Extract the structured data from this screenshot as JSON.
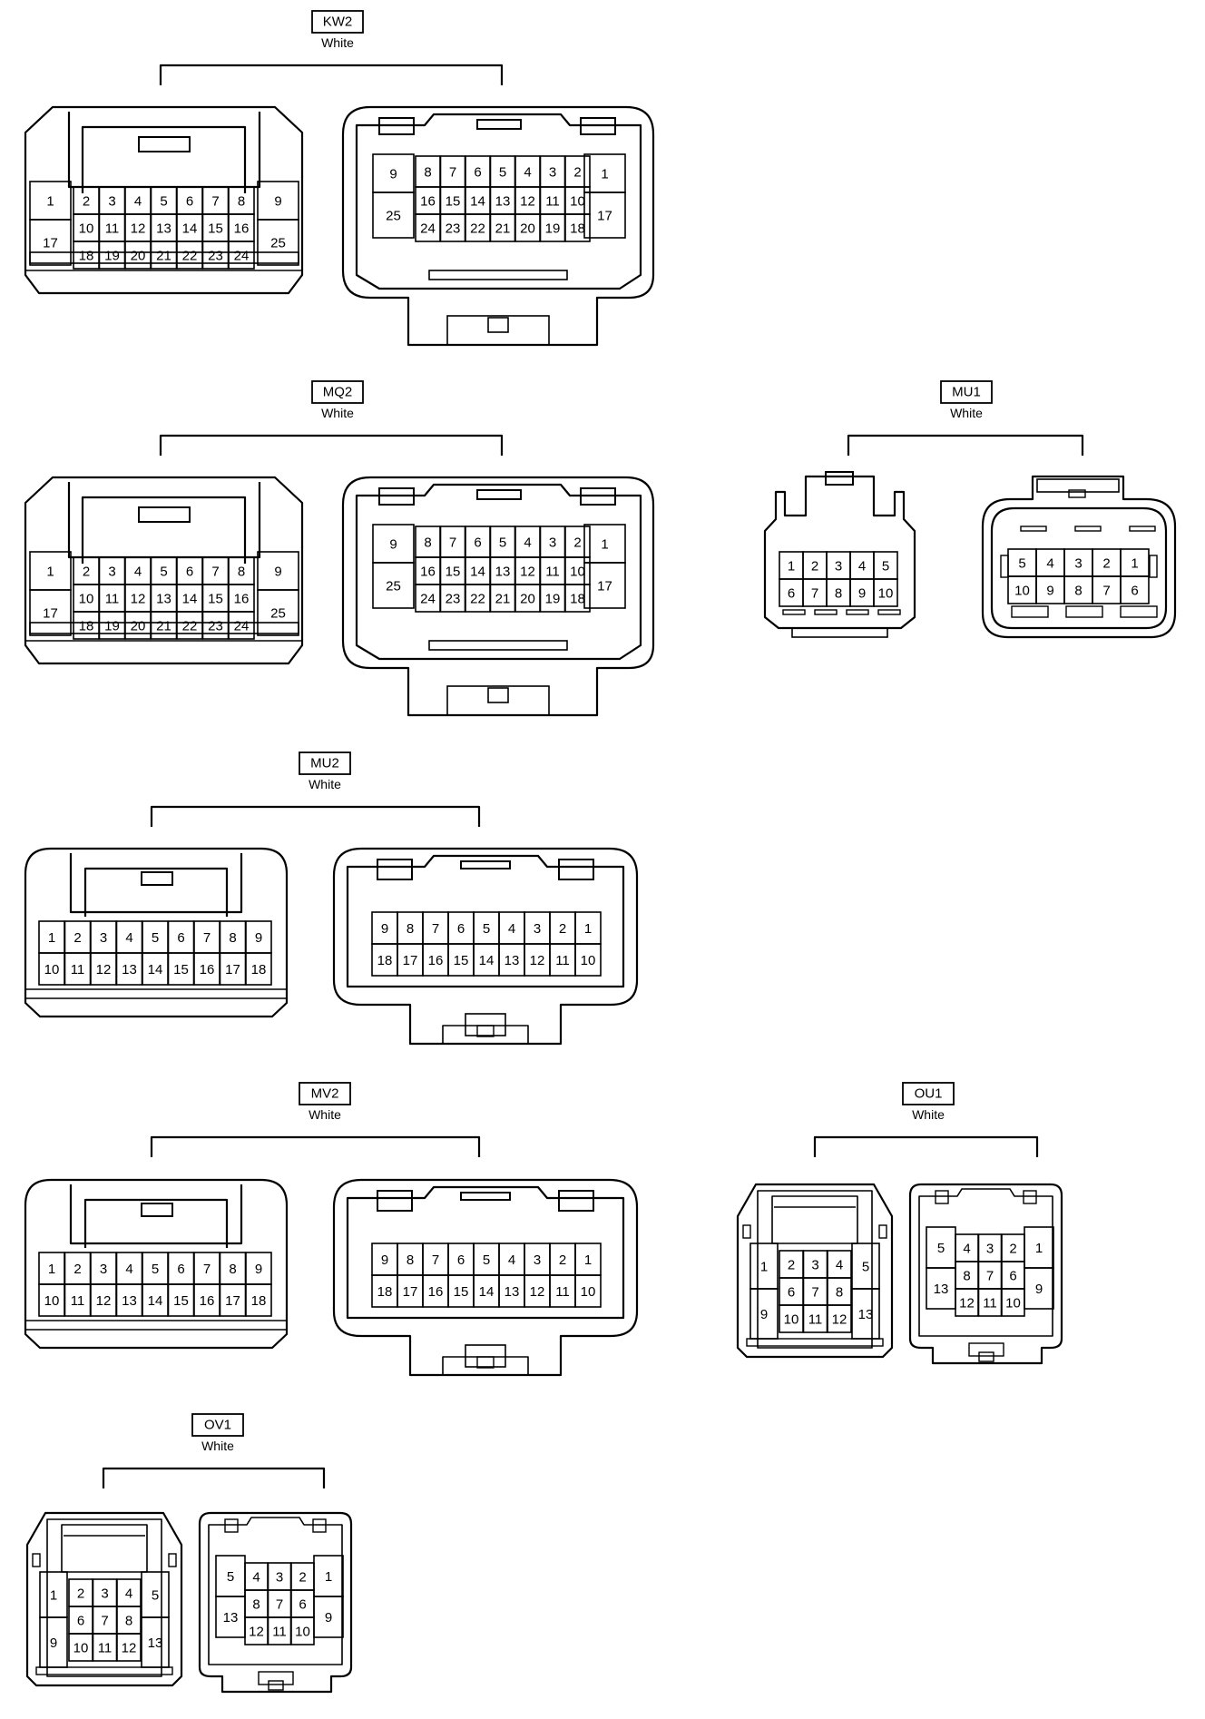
{
  "connectors": [
    {
      "id": "KW2",
      "color": "White",
      "layout": "large25",
      "male_rows": [
        [
          "1",
          "2",
          "3",
          "4",
          "5",
          "6",
          "7",
          "8",
          "9"
        ],
        [
          "17",
          "10",
          "11",
          "12",
          "13",
          "14",
          "15",
          "16",
          "25"
        ],
        [
          "18",
          "19",
          "20",
          "21",
          "22",
          "23",
          "24"
        ]
      ],
      "female_rows": [
        [
          "9",
          "8",
          "7",
          "6",
          "5",
          "4",
          "3",
          "2",
          "1"
        ],
        [
          "25",
          "16",
          "15",
          "14",
          "13",
          "12",
          "11",
          "10",
          "17"
        ],
        [
          "24",
          "23",
          "22",
          "21",
          "20",
          "19",
          "18"
        ]
      ]
    },
    {
      "id": "MQ2",
      "color": "White",
      "layout": "large25",
      "male_rows": [
        [
          "1",
          "2",
          "3",
          "4",
          "5",
          "6",
          "7",
          "8",
          "9"
        ],
        [
          "17",
          "10",
          "11",
          "12",
          "13",
          "14",
          "15",
          "16",
          "25"
        ],
        [
          "18",
          "19",
          "20",
          "21",
          "22",
          "23",
          "24"
        ]
      ],
      "female_rows": [
        [
          "9",
          "8",
          "7",
          "6",
          "5",
          "4",
          "3",
          "2",
          "1"
        ],
        [
          "25",
          "16",
          "15",
          "14",
          "13",
          "12",
          "11",
          "10",
          "17"
        ],
        [
          "24",
          "23",
          "22",
          "21",
          "20",
          "19",
          "18"
        ]
      ]
    },
    {
      "id": "MU1",
      "color": "White",
      "layout": "small10",
      "male_rows": [
        [
          "1",
          "2",
          "3",
          "4",
          "5"
        ],
        [
          "6",
          "7",
          "8",
          "9",
          "10"
        ]
      ],
      "female_rows": [
        [
          "5",
          "4",
          "3",
          "2",
          "1"
        ],
        [
          "10",
          "9",
          "8",
          "7",
          "6"
        ]
      ]
    },
    {
      "id": "MU2",
      "color": "White",
      "layout": "medium18",
      "male_rows": [
        [
          "1",
          "2",
          "3",
          "4",
          "5",
          "6",
          "7",
          "8",
          "9"
        ],
        [
          "10",
          "11",
          "12",
          "13",
          "14",
          "15",
          "16",
          "17",
          "18"
        ]
      ],
      "female_rows": [
        [
          "9",
          "8",
          "7",
          "6",
          "5",
          "4",
          "3",
          "2",
          "1"
        ],
        [
          "18",
          "17",
          "16",
          "15",
          "14",
          "13",
          "12",
          "11",
          "10"
        ]
      ]
    },
    {
      "id": "MV2",
      "color": "White",
      "layout": "medium18",
      "male_rows": [
        [
          "1",
          "2",
          "3",
          "4",
          "5",
          "6",
          "7",
          "8",
          "9"
        ],
        [
          "10",
          "11",
          "12",
          "13",
          "14",
          "15",
          "16",
          "17",
          "18"
        ]
      ],
      "female_rows": [
        [
          "9",
          "8",
          "7",
          "6",
          "5",
          "4",
          "3",
          "2",
          "1"
        ],
        [
          "18",
          "17",
          "16",
          "15",
          "14",
          "13",
          "12",
          "11",
          "10"
        ]
      ]
    },
    {
      "id": "OU1",
      "color": "White",
      "layout": "square13",
      "male_rows": [
        [
          "1",
          "2",
          "3",
          "4",
          "5"
        ],
        [
          "9",
          "6",
          "7",
          "8",
          "13"
        ],
        [
          "10",
          "11",
          "12"
        ]
      ],
      "female_rows": [
        [
          "5",
          "4",
          "3",
          "2",
          "1"
        ],
        [
          "13",
          "8",
          "7",
          "6",
          "9"
        ],
        [
          "12",
          "11",
          "10"
        ]
      ]
    },
    {
      "id": "OV1",
      "color": "White",
      "layout": "square13",
      "male_rows": [
        [
          "1",
          "2",
          "3",
          "4",
          "5"
        ],
        [
          "9",
          "6",
          "7",
          "8",
          "13"
        ],
        [
          "10",
          "11",
          "12"
        ]
      ],
      "female_rows": [
        [
          "5",
          "4",
          "3",
          "2",
          "1"
        ],
        [
          "13",
          "8",
          "7",
          "6",
          "9"
        ],
        [
          "12",
          "11",
          "10"
        ]
      ]
    }
  ]
}
